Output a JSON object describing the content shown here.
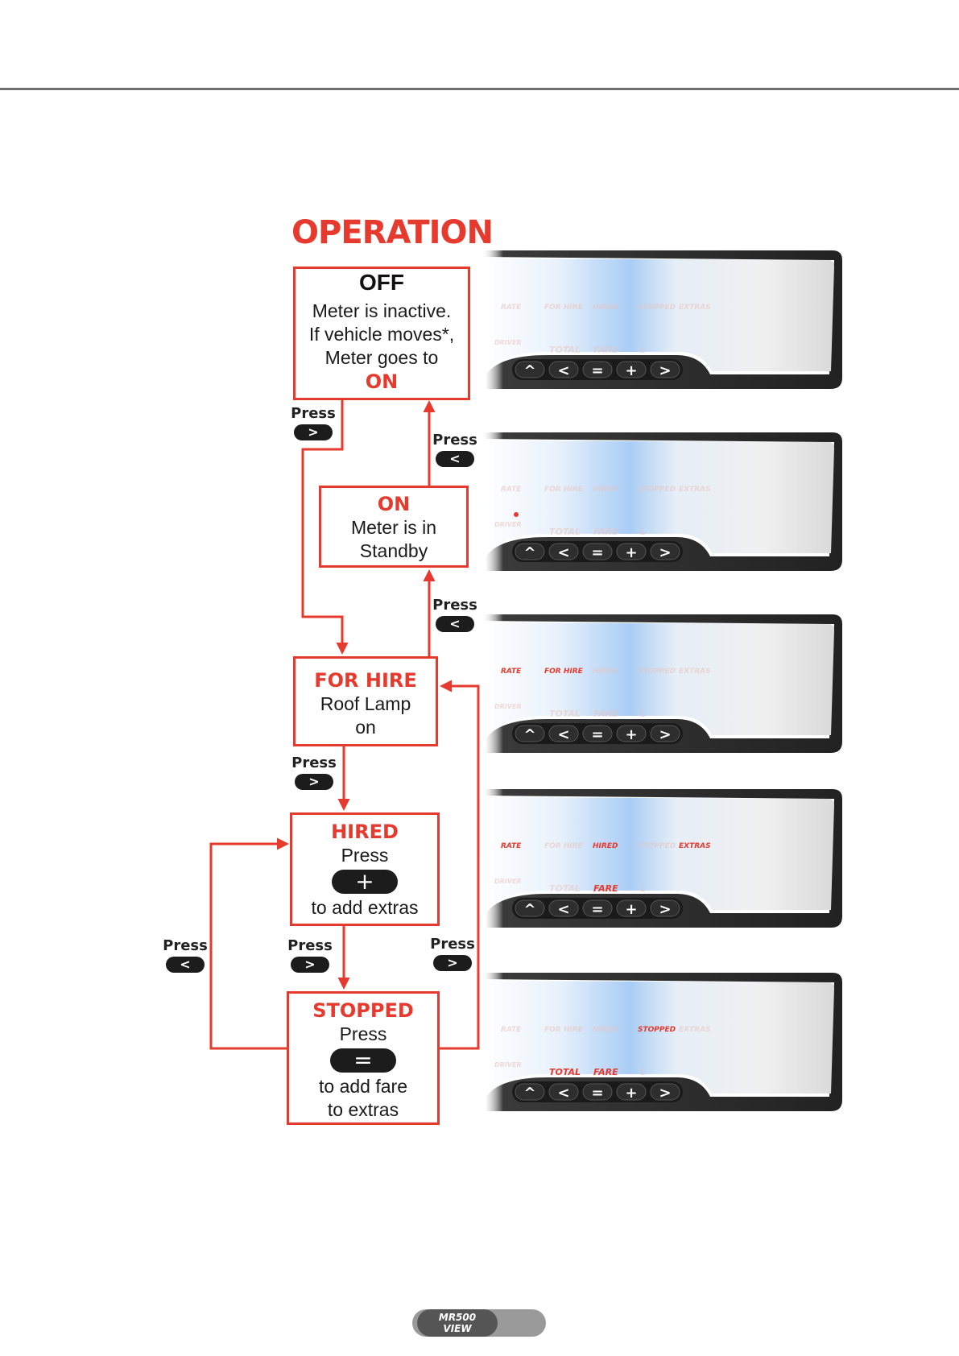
{
  "title": "OPERATION",
  "states": {
    "off": {
      "heading": "OFF",
      "lines": [
        "Meter is inactive.",
        "If vehicle moves*,",
        "Meter goes to"
      ],
      "target": "ON"
    },
    "on": {
      "heading": "ON",
      "lines": [
        "Meter is in",
        "Standby"
      ]
    },
    "for_hire": {
      "heading": "FOR HIRE",
      "lines": [
        "Roof Lamp",
        "on"
      ]
    },
    "hired": {
      "heading": "HIRED",
      "press": "Press",
      "button": "+",
      "after": "to add extras"
    },
    "stopped": {
      "heading": "STOPPED",
      "press": "Press",
      "button": "=",
      "after": [
        "to add fare",
        "to extras"
      ]
    }
  },
  "press_label": "Press",
  "transitions": [
    {
      "key": ">"
    },
    {
      "key": "<"
    },
    {
      "key": "<"
    },
    {
      "key": ">"
    },
    {
      "key": "<"
    },
    {
      "key": ">"
    },
    {
      "key": ">"
    }
  ],
  "meter": {
    "labels_top": [
      "RATE",
      "FOR HIRE",
      "HIRED",
      "STOPPED",
      "EXTRAS"
    ],
    "label_driver": "DRIVER",
    "labels_bottom": [
      "TOTAL",
      "FARE",
      "L"
    ],
    "buttons": [
      "^",
      "<",
      "=",
      "+",
      ">"
    ],
    "panels": [
      {
        "state": "off",
        "lit_top": [],
        "lit_bottom": [],
        "dot": false
      },
      {
        "state": "on",
        "lit_top": [],
        "lit_bottom": [],
        "dot": true
      },
      {
        "state": "for_hire",
        "lit_top": [
          "RATE",
          "FOR HIRE"
        ],
        "lit_bottom": [],
        "dot": false
      },
      {
        "state": "hired",
        "lit_top": [
          "RATE",
          "HIRED",
          "EXTRAS"
        ],
        "lit_bottom": [
          "FARE"
        ],
        "dot": false
      },
      {
        "state": "stopped",
        "lit_top": [
          "STOPPED"
        ],
        "lit_bottom": [
          "TOTAL",
          "FARE"
        ],
        "dot": false
      }
    ]
  },
  "footer_logo": {
    "line1": "MR500",
    "line2": "VIEW"
  },
  "colors": {
    "accent": "#e63a2e",
    "pill": "#1c1c1c",
    "rule": "#6e6e6e"
  }
}
